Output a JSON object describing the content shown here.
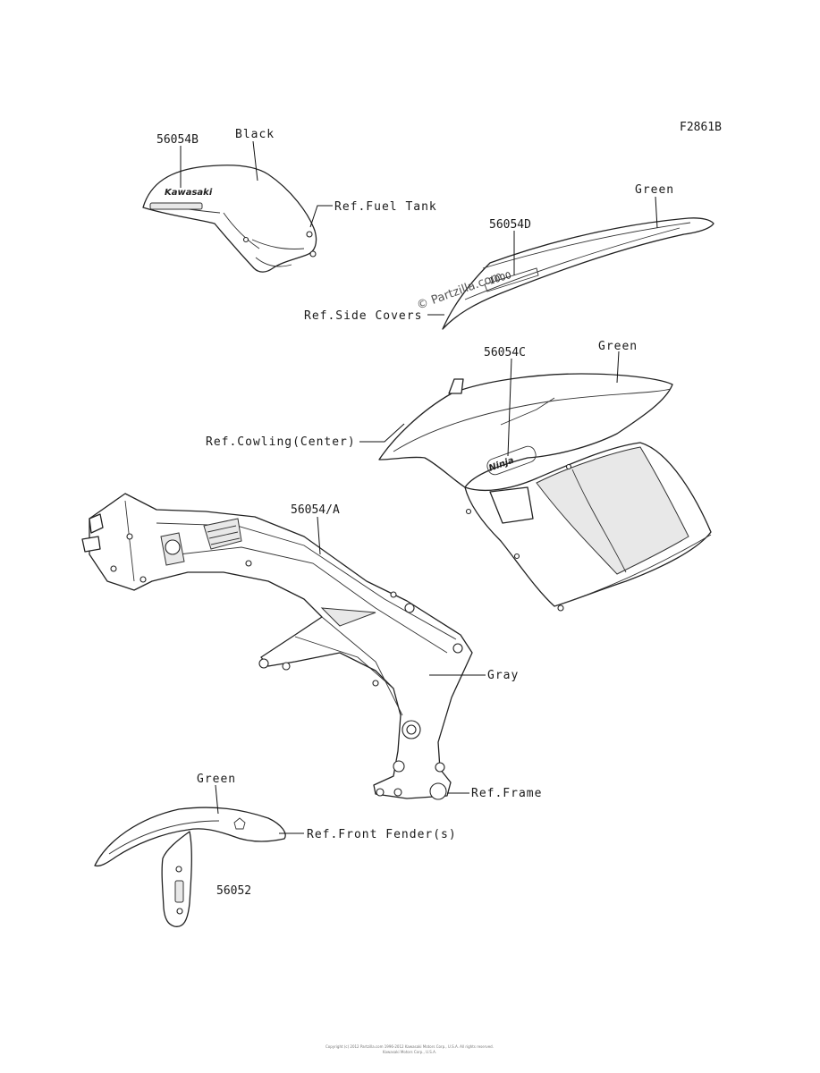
{
  "diagram_id": "F2861B",
  "watermark": "© Partzilla.com",
  "labels": {
    "tank_part": "56054B",
    "tank_color": "Black",
    "tank_ref": "Ref.Fuel Tank",
    "tank_decal_text": "Kawasaki",
    "side_part": "56054D",
    "side_color": "Green",
    "side_ref": "Ref.Side Covers",
    "side_decal_text": "1000",
    "cowl_part": "56054C",
    "cowl_color": "Green",
    "cowl_ref": "Ref.Cowling(Center)",
    "cowl_decal_text": "Ninja",
    "frame_part": "56054/A",
    "frame_color": "Gray",
    "frame_ref": "Ref.Frame",
    "fender_color": "Green",
    "fender_ref": "Ref.Front Fender(s)",
    "fender_part": "56052"
  },
  "footer": {
    "line1": "Copyright (c) 2012 Partzilla.com 1996-2012 Kawasaki Motors Corp., U.S.A. All rights reserved.",
    "line2": "Kawasaki Motors Corp., U.S.A."
  }
}
